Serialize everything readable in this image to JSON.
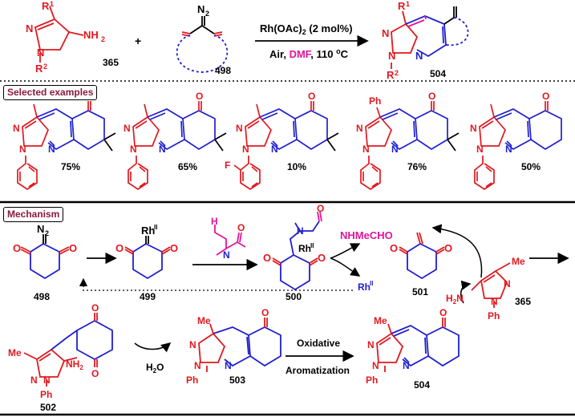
{
  "reaction": {
    "labels": {
      "r1": "R",
      "r1_sup": "1",
      "r2": "R",
      "r2_sup": "2",
      "n2": "N",
      "n2_sub": "2",
      "nh2": "NH",
      "nh2_sub": "2",
      "plus": "+"
    },
    "compound_365": "365",
    "compound_498": "498",
    "compound_504": "504",
    "catalyst": "Rh(OAc) (2 mol%)",
    "catalyst_parts": {
      "a": "Rh",
      "b": "(OAc)",
      "sub": "2",
      "c": " (2 mol%)"
    },
    "conditions": {
      "a": "Air, ",
      "dmf": "DMF",
      "b": ", 110 ",
      "deg": "o",
      "c": "C"
    }
  },
  "sections": {
    "examples": "Selected examples",
    "mechanism": "Mechanism"
  },
  "examples": [
    {
      "yield": "75%"
    },
    {
      "yield": "65%"
    },
    {
      "yield": "10%"
    },
    {
      "yield": "76%"
    },
    {
      "yield": "50%"
    }
  ],
  "example_labels": {
    "ph": "Ph",
    "f": "F"
  },
  "mechanism": {
    "c498": "498",
    "c499": "499",
    "c500": "500",
    "c501": "501",
    "c365": "365",
    "c502": "502",
    "c503": "503",
    "c504": "504",
    "nhmecho": "NHMeCHO",
    "rh": "Rh",
    "rh_sup": "II",
    "n2": "N",
    "n2_sub": "2",
    "me": "Me",
    "ph": "Ph",
    "h2n": "H N",
    "nh2": "NH",
    "two": "2",
    "h2o": "H O",
    "step_label_1": "Oxidative",
    "step_label_2": "Aromatization"
  },
  "colors": {
    "red": "#e0191f",
    "blue": "#1f1fd0",
    "magenta": "#e0169b",
    "maroon": "#8b1a3c"
  }
}
